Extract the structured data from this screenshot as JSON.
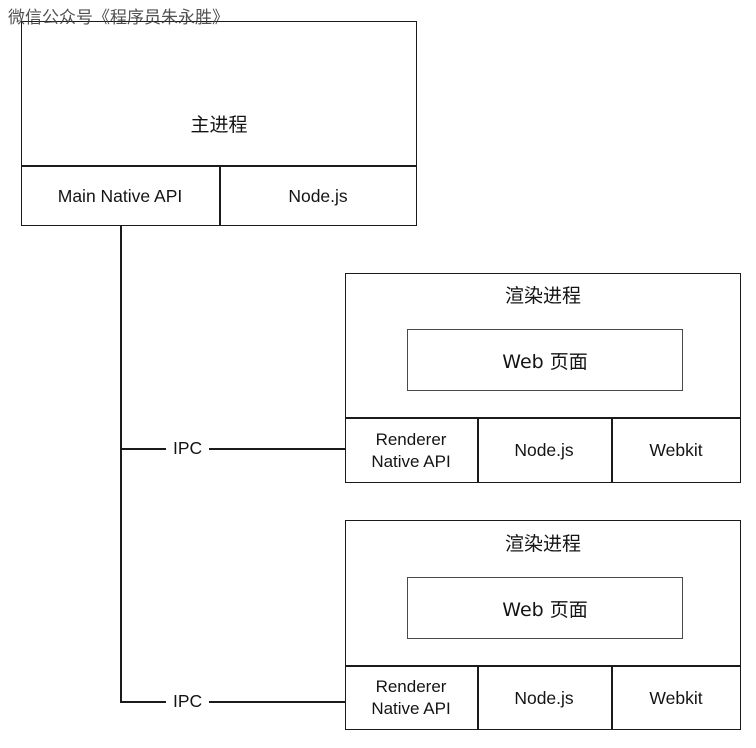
{
  "watermark": {
    "text": "微信公众号《程序员朱永胜》"
  },
  "diagram": {
    "type": "block-diagram",
    "colors": {
      "stroke": "#1b1b1b",
      "inner_stroke": "#4a4a4a",
      "background": "#ffffff",
      "text": "#141414",
      "watermark": "#3a3a3a"
    },
    "main_process": {
      "title": "主进程",
      "cells": [
        {
          "label": "Main Native API"
        },
        {
          "label": "Node.js"
        }
      ]
    },
    "connectors": [
      {
        "label": "IPC",
        "from": "main-process",
        "to": "renderer-process-1"
      },
      {
        "label": "IPC",
        "from": "main-process",
        "to": "renderer-process-2"
      }
    ],
    "renderer_processes": [
      {
        "title": "渲染进程",
        "webpage": "Web 页面",
        "cells": [
          {
            "label": "Renderer\nNative API"
          },
          {
            "label": "Node.js"
          },
          {
            "label": "Webkit"
          }
        ]
      },
      {
        "title": "渲染进程",
        "webpage": "Web 页面",
        "cells": [
          {
            "label": "Renderer\nNative API"
          },
          {
            "label": "Node.js"
          },
          {
            "label": "Webkit"
          }
        ]
      }
    ]
  }
}
